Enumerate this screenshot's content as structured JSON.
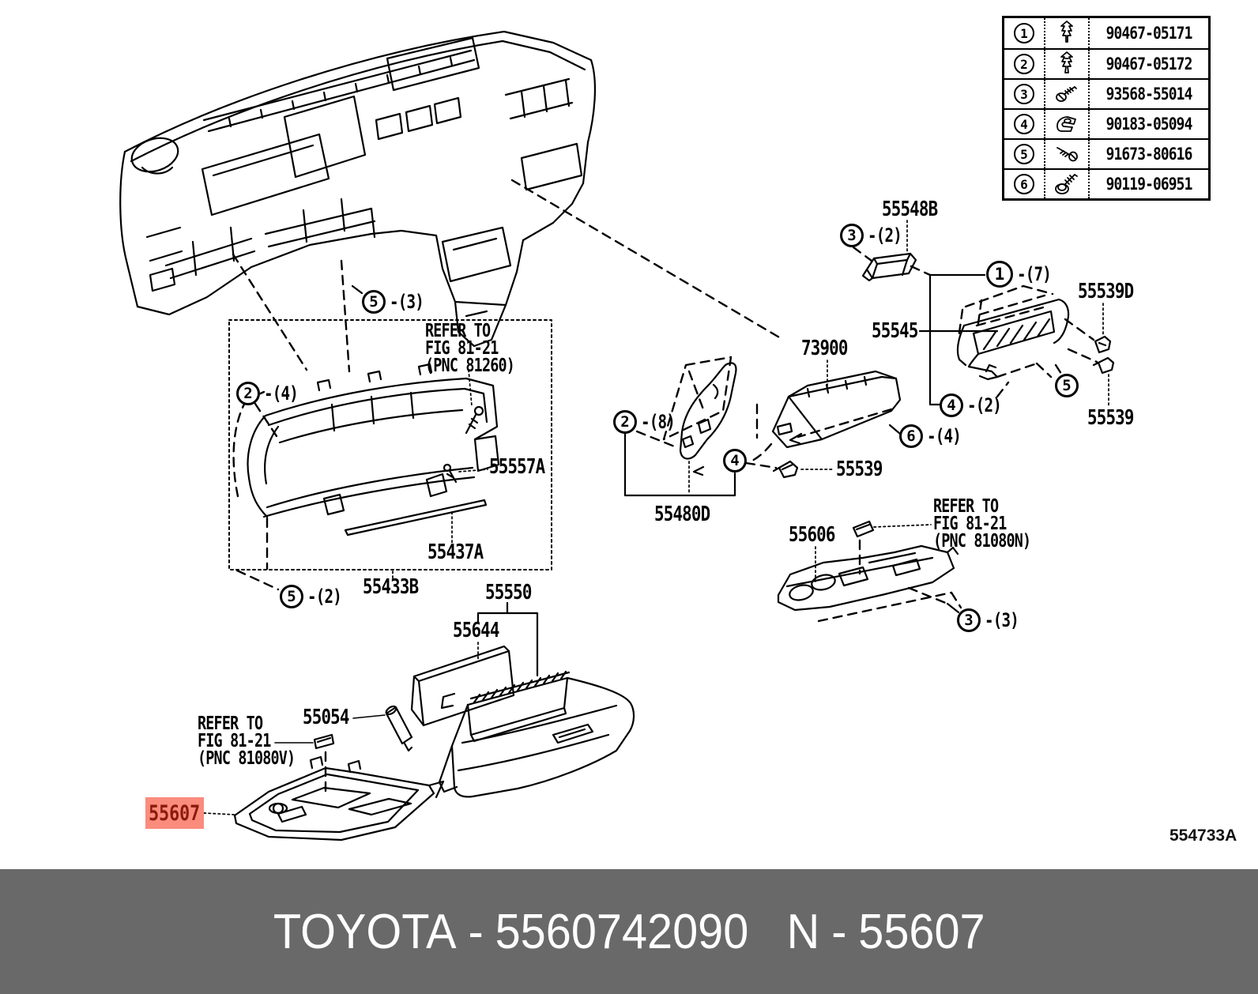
{
  "colors": {
    "line": "#000000",
    "footer_bg": "#696969",
    "footer_fg": "#ffffff",
    "highlight_bg": "#fa8c7d",
    "highlight_fg": "#8c1a0c"
  },
  "fastener_table": {
    "rows": [
      {
        "num": "1",
        "icon": "clip-icon",
        "part_number": "90467-05171"
      },
      {
        "num": "2",
        "icon": "clip-icon",
        "part_number": "90467-05172"
      },
      {
        "num": "3",
        "icon": "screw-icon",
        "part_number": "93568-55014"
      },
      {
        "num": "4",
        "icon": "spring-nut-icon",
        "part_number": "90183-05094"
      },
      {
        "num": "5",
        "icon": "screw-icon",
        "part_number": "91673-80616"
      },
      {
        "num": "6",
        "icon": "bolt-icon",
        "part_number": "90119-06951"
      }
    ]
  },
  "labels": {
    "p55548b": "55548B",
    "p73900": "73900",
    "p55545": "55545",
    "p55539d": "55539D",
    "p55539_right": "55539",
    "p55539_mid": "55539",
    "p55480d": "55480D",
    "p55606": "55606",
    "p55550": "55550",
    "p55644": "55644",
    "p55433b": "55433B",
    "p55437a": "55437A",
    "p55557a": "55557A",
    "p55054": "55054",
    "p55607": "55607"
  },
  "callouts": {
    "c1": {
      "num": "1",
      "count": "-(7)"
    },
    "c2a": {
      "num": "2",
      "count": "-(4)"
    },
    "c2b": {
      "num": "2",
      "count": "-(8)"
    },
    "c3a": {
      "num": "3",
      "count": "-(2)"
    },
    "c3b": {
      "num": "3",
      "count": "-(3)"
    },
    "c4a": {
      "num": "4",
      "count": "-(2)"
    },
    "c4b": {
      "num": "4",
      "count": ""
    },
    "c5a": {
      "num": "5",
      "count": "-(3)"
    },
    "c5b": {
      "num": "5",
      "count": "-(2)"
    },
    "c5c": {
      "num": "5",
      "count": ""
    },
    "c6": {
      "num": "6",
      "count": "-(4)"
    }
  },
  "notes": {
    "n81260": {
      "l1": "REFER TO",
      "l2": "FIG 81-21",
      "l3": "(PNC 81260)"
    },
    "n81080v": {
      "l1": "REFER TO",
      "l2": "FIG 81-21",
      "l3": "(PNC 81080V)"
    },
    "n81080n": {
      "l1": "REFER TO",
      "l2": "FIG 81-21",
      "l3": "(PNC 81080N)"
    }
  },
  "doc_code": "554733A",
  "footer": {
    "brand": "TOYOTA",
    "dash": "-",
    "part_number": "5560742090",
    "n_label": "N",
    "part_code": "55607"
  }
}
